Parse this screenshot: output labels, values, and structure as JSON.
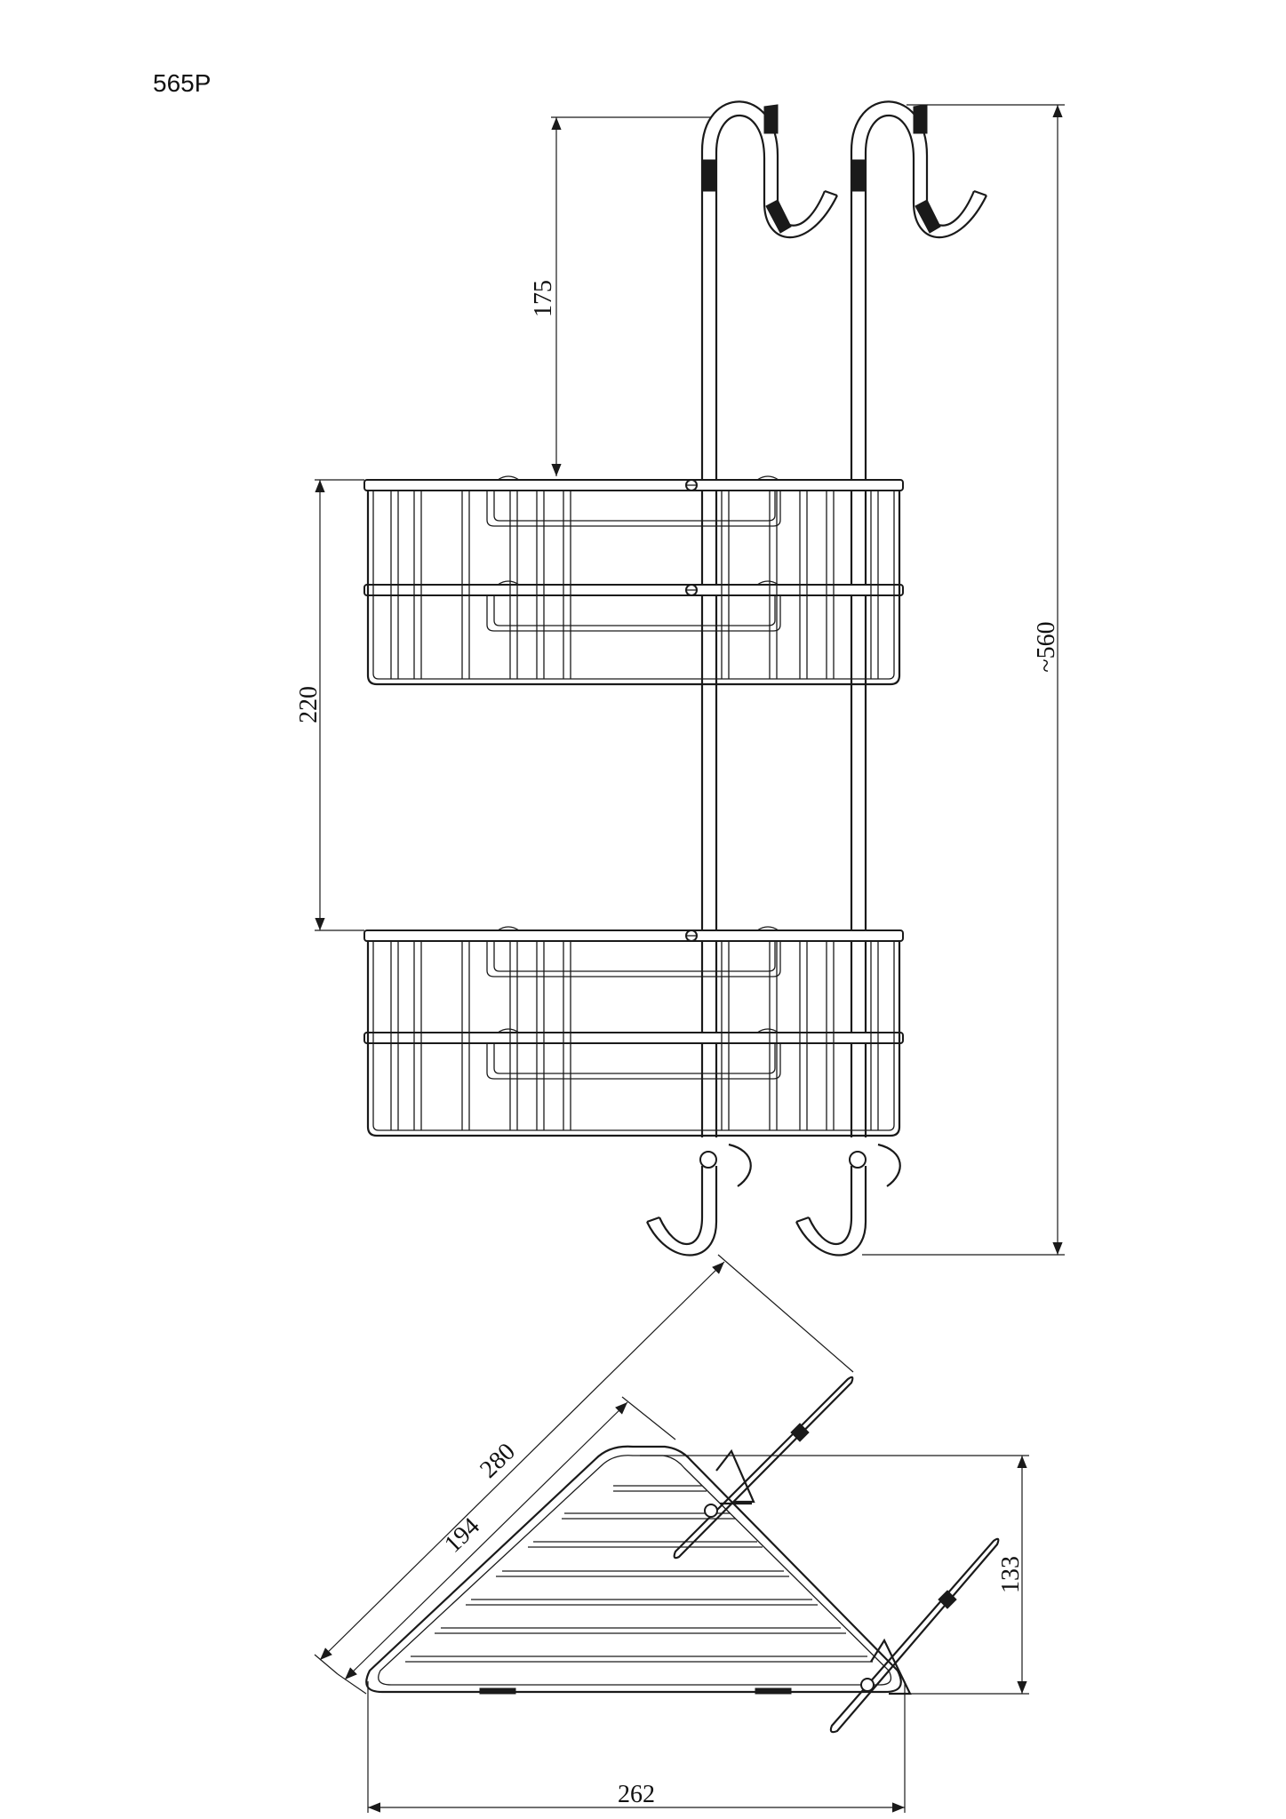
{
  "model_code": "565P",
  "dimensions": {
    "hook_to_top_basket": "175",
    "basket_spacing": "220",
    "total_height": "~560",
    "diagonal_outer": "280",
    "diagonal_inner": "194",
    "depth": "133",
    "width": "262"
  }
}
